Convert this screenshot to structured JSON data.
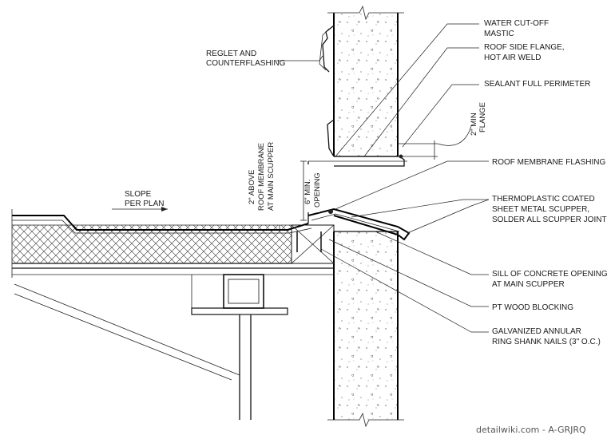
{
  "labels": {
    "water_cutoff": [
      "WATER CUT-OFF",
      "MASTIC"
    ],
    "roof_side_flange": [
      "ROOF SIDE FLANGE,",
      "HOT AIR WELD"
    ],
    "sealant": [
      "SEALANT FULL PERIMETER"
    ],
    "min_flange": [
      "2\" MIN",
      "FLANGE"
    ],
    "roof_membrane_flashing": [
      "ROOF MEMBRANE FLASHING"
    ],
    "scupper": [
      "THERMOPLASTIC COATED",
      "SHEET METAL SCUPPER,",
      "SOLDER ALL SCUPPER JOINTS"
    ],
    "sill": [
      "SILL OF CONCRETE OPENING",
      "AT MAIN SCUPPER"
    ],
    "wood_blocking": [
      "PT WOOD BLOCKING"
    ],
    "nails": [
      "GALVANIZED ANNULAR",
      "RING SHANK NAILS (3\" O.C.)"
    ],
    "reglet": [
      "REGLET AND",
      "COUNTERFLASHING"
    ],
    "slope": [
      "SLOPE",
      "PER PLAN"
    ],
    "above_scupper": [
      "2\" ABOVE",
      "ROOF MEMBRANE",
      "AT MAIN SCUPPER"
    ],
    "opening": [
      "6\" MIN.",
      "OPENING"
    ]
  },
  "watermark": "detailwiki.com - A-GRJRQ"
}
